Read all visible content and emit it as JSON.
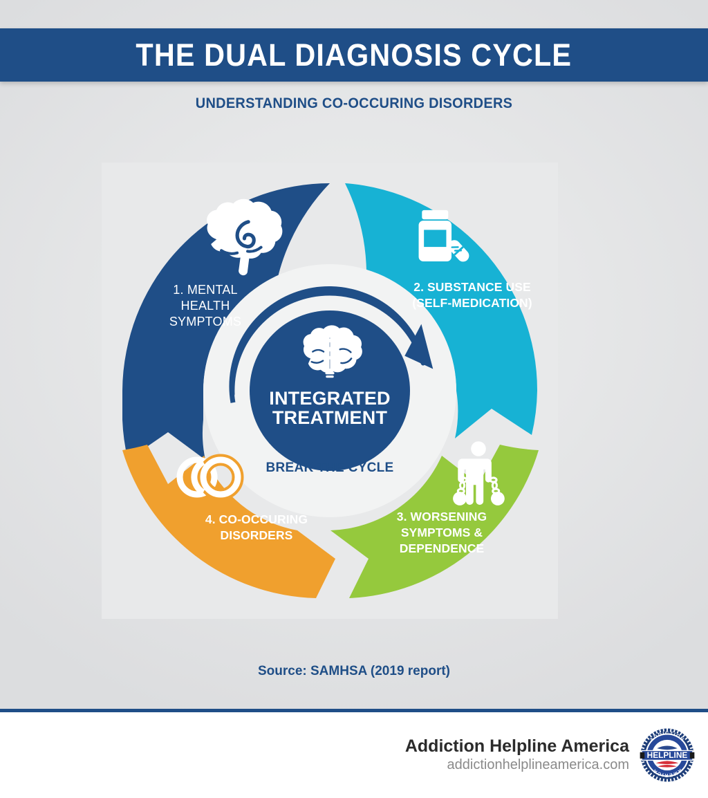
{
  "header": {
    "title": "THE DUAL DIAGNOSIS CYCLE",
    "subtitle": "UNDERSTANDING CO-OCCURING DISORDERS"
  },
  "cycle": {
    "center_line1": "INTEGRATED",
    "center_line2": "TREATMENT",
    "center_icon": "brain-caduceus-icon",
    "break_label": "BREAK THE CYCLE",
    "arrow_icon": "clockwise-arrow-icon",
    "segments": [
      {
        "number": "1.",
        "label_lines": [
          "1. MENTAL",
          "HEALTH",
          "SYMPTOMS"
        ],
        "icon": "brain-icon",
        "color": "#1F4E87"
      },
      {
        "number": "2.",
        "label_lines": [
          "2. SUBSTANCE USE",
          "(SELF-MEDICATION)"
        ],
        "icon": "pill-bottle-icon",
        "color": "#17B2D4"
      },
      {
        "number": "3.",
        "label_lines": [
          "3. WORSENING",
          "SYMPTOMS &",
          "DEPENDENCE"
        ],
        "icon": "person-ball-and-chain-icon",
        "color": "#95C93D"
      },
      {
        "number": "4.",
        "label_lines": [
          "4. CO-OCCURING",
          "DISORDERS"
        ],
        "icon": "interlocking-rings-icon",
        "color": "#F0A02E"
      }
    ]
  },
  "source": {
    "text": "Source: SAMHSA (2019 report)"
  },
  "footer": {
    "brand_name": "Addiction Helpline America",
    "brand_url": "addictionhelplineamerica.com",
    "badge": {
      "icon": "addiction-helpline-america-badge-icon",
      "top_text": "ADDICTION",
      "center_text": "HELPLINE",
      "bottom_text": "AMERICA"
    }
  },
  "chart_data": {
    "type": "pie",
    "title": "THE DUAL DIAGNOSIS CYCLE",
    "subtitle": "UNDERSTANDING CO-OCCURING DISORDERS",
    "categories": [
      "1. MENTAL HEALTH SYMPTOMS",
      "2. SUBSTANCE USE (SELF-MEDICATION)",
      "3. WORSENING SYMPTOMS & DEPENDENCE",
      "4. CO-OCCURING DISORDERS"
    ],
    "values": [
      25,
      25,
      25,
      25
    ],
    "colors": [
      "#1F4E87",
      "#17B2D4",
      "#95C93D",
      "#F0A02E"
    ],
    "center_label": "INTEGRATED TREATMENT",
    "annotation": "BREAK THE CYCLE",
    "source": "Source: SAMHSA (2019 report)",
    "legend": "none",
    "grid": false
  }
}
